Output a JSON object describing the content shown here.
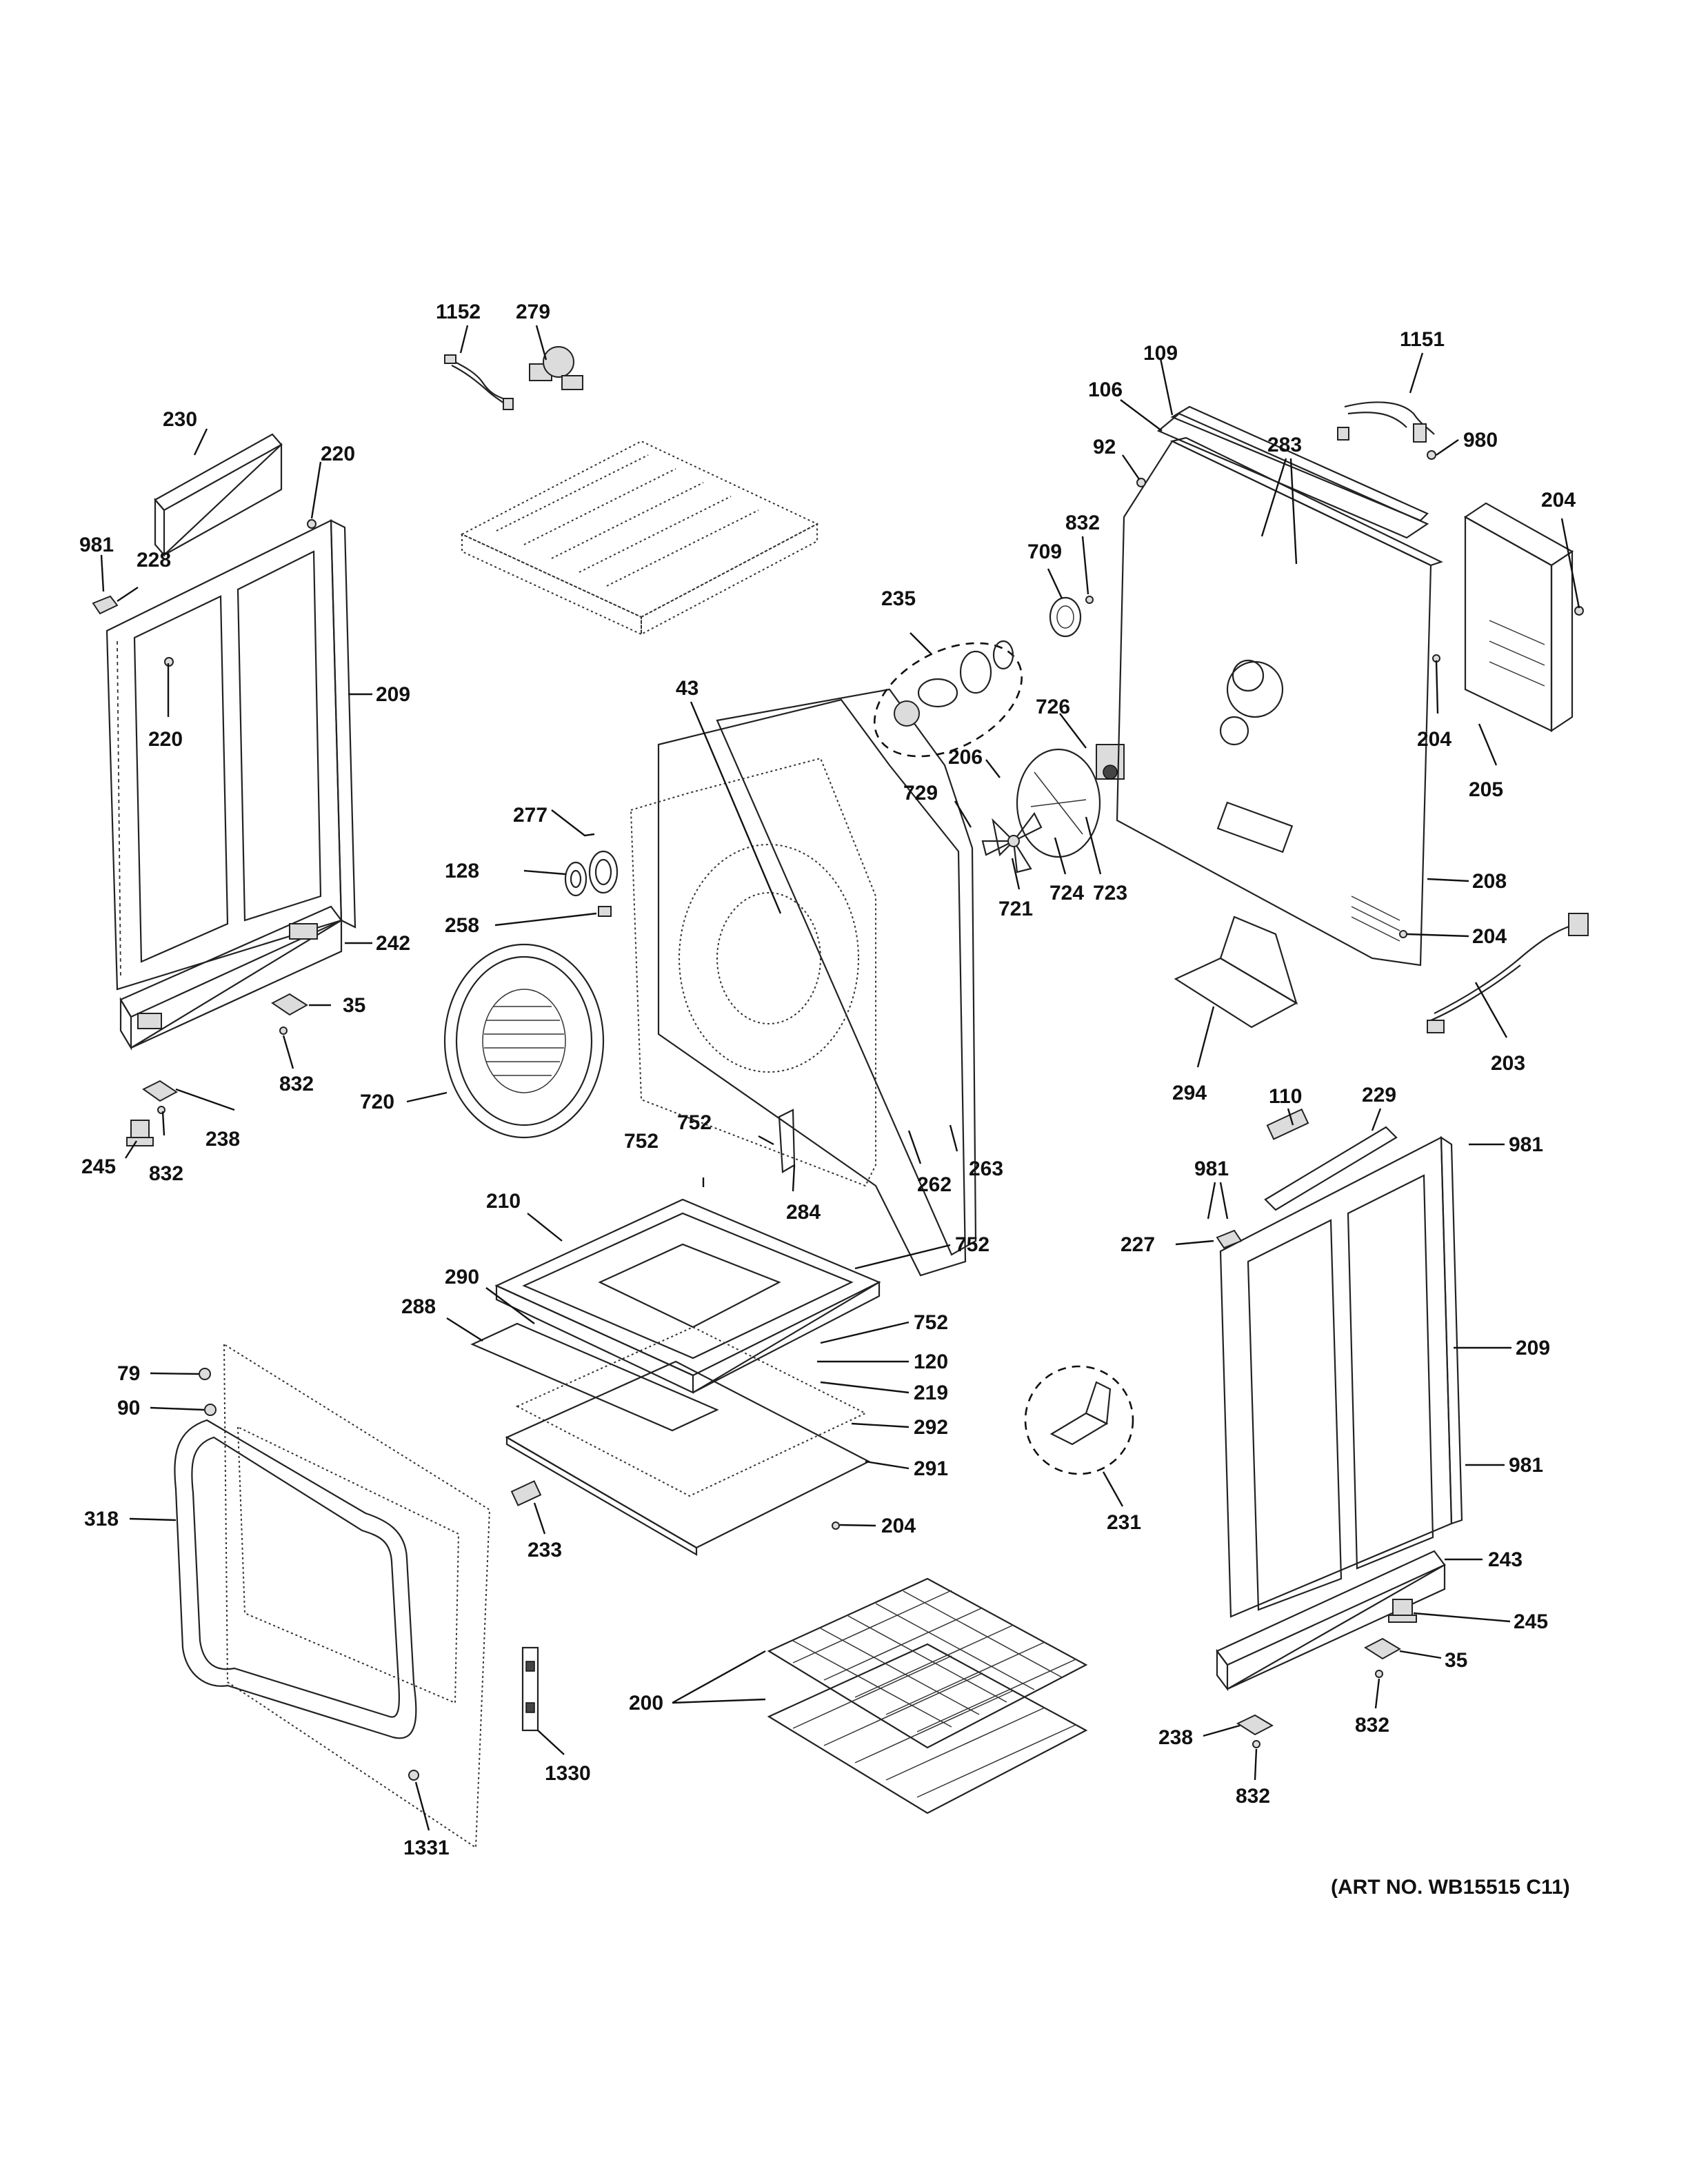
{
  "art_number": "(ART NO. WB15515 C11)",
  "callouts": {
    "c1152": "1152",
    "c279": "279",
    "c230": "230",
    "c220a": "220",
    "c981a": "981",
    "c228": "228",
    "c220b": "220",
    "c209a": "209",
    "c242": "242",
    "c35a": "35",
    "c832a": "832",
    "c238a": "238",
    "c245a": "245",
    "c832b": "832",
    "c277": "277",
    "c128": "128",
    "c258": "258",
    "c720": "720",
    "c43": "43",
    "c235": "235",
    "c752a": "752",
    "c752b": "752",
    "c284": "284",
    "c262": "262",
    "c263": "263",
    "c206": "206",
    "c729": "729",
    "c721": "721",
    "c724": "724",
    "c723": "723",
    "c726": "726",
    "c709": "709",
    "c832c": "832",
    "c92": "92",
    "c106": "106",
    "c109": "109",
    "c283": "283",
    "c1151": "1151",
    "c980": "980",
    "c204a": "204",
    "c204b": "204",
    "c205": "205",
    "c208": "208",
    "c204c": "204",
    "c203": "203",
    "c294": "294",
    "c110": "110",
    "c229": "229",
    "c981b": "981",
    "c981c": "981",
    "c227": "227",
    "c209b": "209",
    "c981d": "981",
    "c210": "210",
    "c752c": "752",
    "c290": "290",
    "c288": "288",
    "c752d": "752",
    "c120": "120",
    "c219": "219",
    "c292": "292",
    "c291": "291",
    "c204d": "204",
    "c79": "79",
    "c90": "90",
    "c318": "318",
    "c233": "233",
    "c231": "231",
    "c243": "243",
    "c245b": "245",
    "c35b": "35",
    "c832d": "832",
    "c238b": "238",
    "c832e": "832",
    "c200": "200",
    "c1330": "1330",
    "c1331": "1331"
  }
}
